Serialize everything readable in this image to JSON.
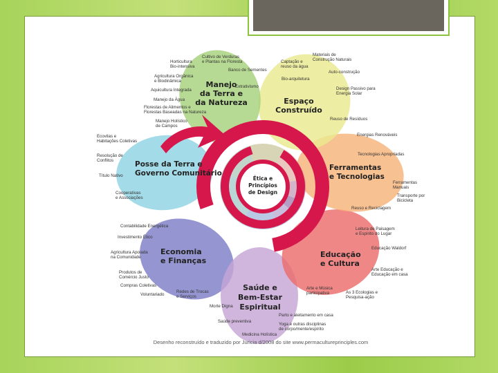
{
  "center": [
    "Ética e",
    "Princípios",
    "de Design"
  ],
  "petals": {
    "manejo": {
      "title": [
        "Manejo",
        "da Terra e",
        "da Natureza"
      ],
      "color": "#a6d17b"
    },
    "espaco": {
      "title": [
        "Espaço",
        "Construído"
      ],
      "color": "#e9e98f"
    },
    "ferramentas": {
      "title": [
        "Ferramentas",
        "e Tecnologias"
      ],
      "color": "#f7b37a"
    },
    "educacao": {
      "title": [
        "Educação",
        "e Cultura"
      ],
      "color": "#ec6d6d"
    },
    "saude": {
      "title": [
        "Saúde e",
        "Bem-Estar",
        "Espiritual"
      ],
      "color": "#c6a6d6"
    },
    "economia": {
      "title": [
        "Economia",
        "e Finanças"
      ],
      "color": "#7e7fc7"
    },
    "posse": {
      "title": [
        "Posse da Terra e",
        "Governo Comunitário"
      ],
      "color": "#8fd3e3"
    }
  },
  "labels": {
    "manejo": [
      [
        "Cultivo de Verduras",
        "e Plantas na Floresta"
      ],
      [
        "Horticultura",
        "Bio-intensiva"
      ],
      [
        "Banco de Sementes"
      ],
      [
        "Agricultura Orgânica",
        "e Biodinâmica"
      ],
      [
        "Extrativismo"
      ],
      [
        "Aquicultura Integrada"
      ],
      [
        "Manejo da Água"
      ],
      [
        "Florestas de Alimentos e",
        "Florestas Baseadas na Natureza"
      ],
      [
        "Manejo Holístico",
        "de Campos"
      ]
    ],
    "espaco": [
      [
        "Materiais de",
        "Construção Naturais"
      ],
      [
        "Captação e",
        "reuso da água"
      ],
      [
        "Auto-construção"
      ],
      [
        "Bio-arquitetura"
      ],
      [
        "Design Passivo para",
        "Energia Solar"
      ],
      [
        "Reuso de Resíduos"
      ]
    ],
    "ferramentas": [
      [
        "Energias Renováveis"
      ],
      [
        "Tecnologias Apropriadas"
      ],
      [
        "Ferramentas",
        "Manuais"
      ],
      [
        "Transporte por",
        "Bicicleta"
      ],
      [
        "Reuso e Reciclagem"
      ]
    ],
    "educacao": [
      [
        "Leitura de Paisagem",
        "e Espírito do Lugar"
      ],
      [
        "Educação Waldorf"
      ],
      [
        "Arte Educação e",
        "Educação em casa"
      ],
      [
        "Arte e Música",
        "participativa"
      ],
      [
        "As 3 Ecologias e",
        "Pesquisa-ação"
      ]
    ],
    "saude": [
      [
        "Parto e aleitamento em casa"
      ],
      [
        "Yoga e outras disciplinas",
        "de corpo/mente/espírito"
      ],
      [
        "Saúde preventiva"
      ],
      [
        "Morte Digna"
      ],
      [
        "Medicina Holística"
      ]
    ],
    "economia": [
      [
        "Contabilidade Energética"
      ],
      [
        "Investimento Ético"
      ],
      [
        "Agricultura Apoiada",
        "na Comunidade"
      ],
      [
        "Produtos de",
        "Comércio Justo"
      ],
      [
        "Compras Coletivas"
      ],
      [
        "Redes de Trocas",
        "e Serviços"
      ],
      [
        "Voluntariado"
      ]
    ],
    "posse": [
      [
        "Ecovilas e",
        "Habitações Coletivas"
      ],
      [
        "Resolução de",
        "Conflitos"
      ],
      [
        "Título Nativo"
      ],
      [
        "Cooperativas",
        "e Associações"
      ]
    ]
  },
  "credit": "Desenho reconstruído e traduzido por Juricia d/2008 do site www.permacultureprinciples.com",
  "colors": {
    "spiral": "#d6174c",
    "background": "#a7d45a",
    "title_bar": "#6a665e"
  }
}
